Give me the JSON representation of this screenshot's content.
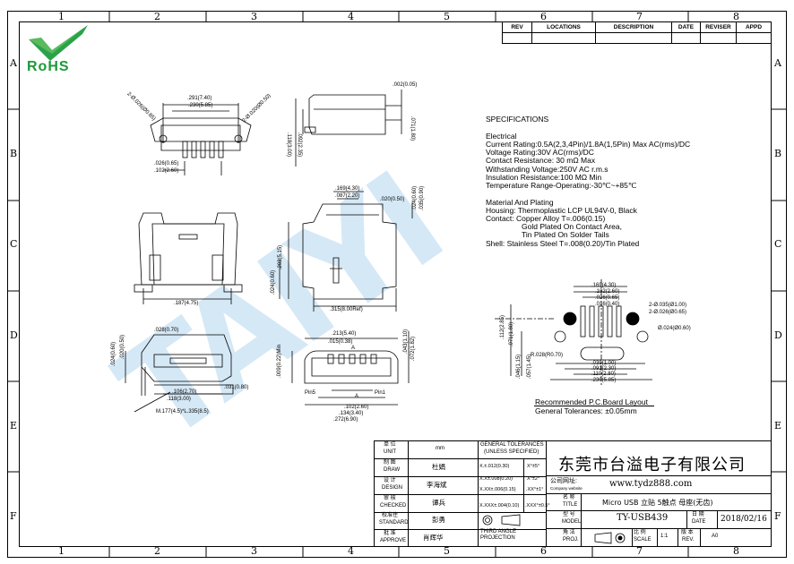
{
  "border": {
    "columns": [
      "1",
      "2",
      "3",
      "4",
      "5",
      "6",
      "7",
      "8"
    ],
    "rows": [
      "A",
      "B",
      "C",
      "D",
      "E",
      "F"
    ]
  },
  "logo": {
    "text": "RoHS",
    "color": "#1c9a3a"
  },
  "watermark": {
    "text": "TAIYI",
    "color": "#9ec8ea"
  },
  "revision_table": {
    "headers": [
      "REV",
      "LOCATIONS",
      "DESCRIPTION",
      "DATE",
      "REVISER",
      "APPD"
    ]
  },
  "specifications": {
    "title": "SPECIFICATIONS",
    "electrical_heading": "Electrical",
    "electrical": [
      "Current Rating:0.5A(2,3,4Pin)/1.8A(1,5Pin) Max AC(rms)/DC",
      "Voltage Rating:30V AC(rms)/DC",
      "Contact Resistance: 30 mΩ Max",
      "Withstanding Voltage:250V AC r.m.s",
      "Insulation Resistance:100 MΩ Min",
      "Temperature Range-Operating:-30℃~+85℃"
    ],
    "material_heading": "Material And Plating",
    "material": [
      "Housing: Thermoplastic LCP UL94V-0, Black",
      "Contact: Copper Alloy T=.006(0.15)",
      "Gold Plated On Contact Area,",
      "Tin Plated On Solder Tails",
      "Shell: Stainless Steel T=.008(0.20)/Tin Plated"
    ]
  },
  "dimensions": {
    "top_width1": ".291(7.40)",
    "top_width2": ".230(5.85)",
    "top_dia_left": "2-Ø.026(Ø0.65)",
    "top_dia_right": "2-Ø.020(Ø0.50)",
    "top_pitch": ".026(0.65)",
    "top_span": ".102(2.60)",
    "side_top": ".002(0.05)",
    "side_right": ".071(1.80)",
    "side_left": ".092(2.35)",
    "side_left2": ".118(3.00)",
    "front_width": ".169(4.30)",
    "front_inner": ".087(2.20)",
    "front_gap": ".020(0.50)",
    "front_h1": ".024(0.60)",
    "front_h2": ".035(0.90)",
    "front_h3": ".203(5.15)",
    "front_h4": ".024(0.60)",
    "front_len": ".315(8.00Ref)",
    "bottom_len": ".187(4.75)",
    "sec_top": ".028(0.70)",
    "sec_l1": ".024(0.60)",
    "sec_l2": ".020(0.50)",
    "sec_b1": ".106(2.70)",
    "sec_b2": ".118(3.00)",
    "sec_r": ".031(0.80)",
    "sec_angle": "M.177(4.5)*L.335(8.5)",
    "end_w1": ".213(5.40)",
    "end_w2": ".015(0.38)",
    "end_h1": ".043(1.10)",
    "end_h2": ".072(1.82)",
    "end_l": ".009(0.22)Min",
    "end_b1": ".102(2.60)",
    "end_b2": ".134(3.40)",
    "end_b3": ".272(6.90)",
    "pin5": "Pin5",
    "pin1": "Pin1",
    "mark_a": "A",
    "pcb_w1": ".169(4.30)",
    "pcb_w2": ".102(2.60)",
    "pcb_w3": ".026(0.65)",
    "pcb_w4": ".016(0.40)",
    "pcb_d1": "2-Ø.035(Ø1.00)",
    "pcb_d2": "2-Ø.026(Ø0.65)",
    "pcb_d3": "Ø.024(Ø0.60)",
    "pcb_l1": ".112(2.85)",
    "pcb_l2": ".071(1.80)",
    "pcb_r": "R.028(R0.70)",
    "pcb_b1": ".039(1.00)",
    "pcb_b2": ".091(2.30)",
    "pcb_b3": ".110(2.80)",
    "pcb_b4": ".230(5.85)",
    "pcb_s1": ".046(1.15)",
    "pcb_s2": ".057(1.45)"
  },
  "recommended": {
    "title": "Recommended P.C.Board Layout",
    "tolerance": "General Tolerances: ±0.05mm"
  },
  "title_block": {
    "unit_label_cn": "单 位",
    "unit_label_en": "UNIT",
    "unit_value": "mm",
    "draw_label_cn": "制 图",
    "draw_label_en": "DRAW",
    "draw_value": "杜娟",
    "design_label_cn": "设 计",
    "design_label_en": "DESIGN",
    "design_value": "李海斌",
    "checked_label_cn": "审 核",
    "checked_label_en": "CHECKED",
    "checked_value": "谭兵",
    "standard_label_cn": "校准住",
    "standard_label_en": "STANDARD",
    "standard_value": "彭勇",
    "approve_label_cn": "批 准",
    "approve_label_en": "APPROVE",
    "approve_value": "肖辉华",
    "tolerances_title": "GENERAL TOLERANCES",
    "tolerances_sub": "(UNLESS SPECIFIED)",
    "tol_rows": [
      [
        "X.±.012(0.30)",
        "X°±5°"
      ],
      [
        "X.X±.008(0.20)",
        "X°±2°"
      ],
      [
        "X.XX±.006(0.15)",
        ".XX°±1°"
      ],
      [
        "X.XXX±.004(0.10)",
        ".XXX°±0.5°"
      ]
    ],
    "projection": "THIRD ANGLE PROJECTION",
    "company": "东莞市台溢电子有限公司",
    "website_label_cn": "公司网址:",
    "website_label_en": "Company website",
    "website": "www.tydz888.com",
    "title_label_cn": "名 称",
    "title_label_en": "TITLE",
    "title_value": "Micro USB 立贴 5触点 母座(无齿)",
    "model_label_cn": "型 号",
    "model_label_en": "MODEL",
    "model_value": "TY-USB439",
    "date_label_cn": "日 期",
    "date_label_en": "DATE",
    "date_value": "2018/02/16",
    "proj_label_cn": "角 法",
    "proj_label_en": "PROJ.",
    "scale_label_cn": "比 例",
    "scale_label_en": "SCALE",
    "scale_value": "1:1",
    "rev_label_cn": "版 本",
    "rev_label_en": "REV.",
    "rev_value": "A0"
  }
}
